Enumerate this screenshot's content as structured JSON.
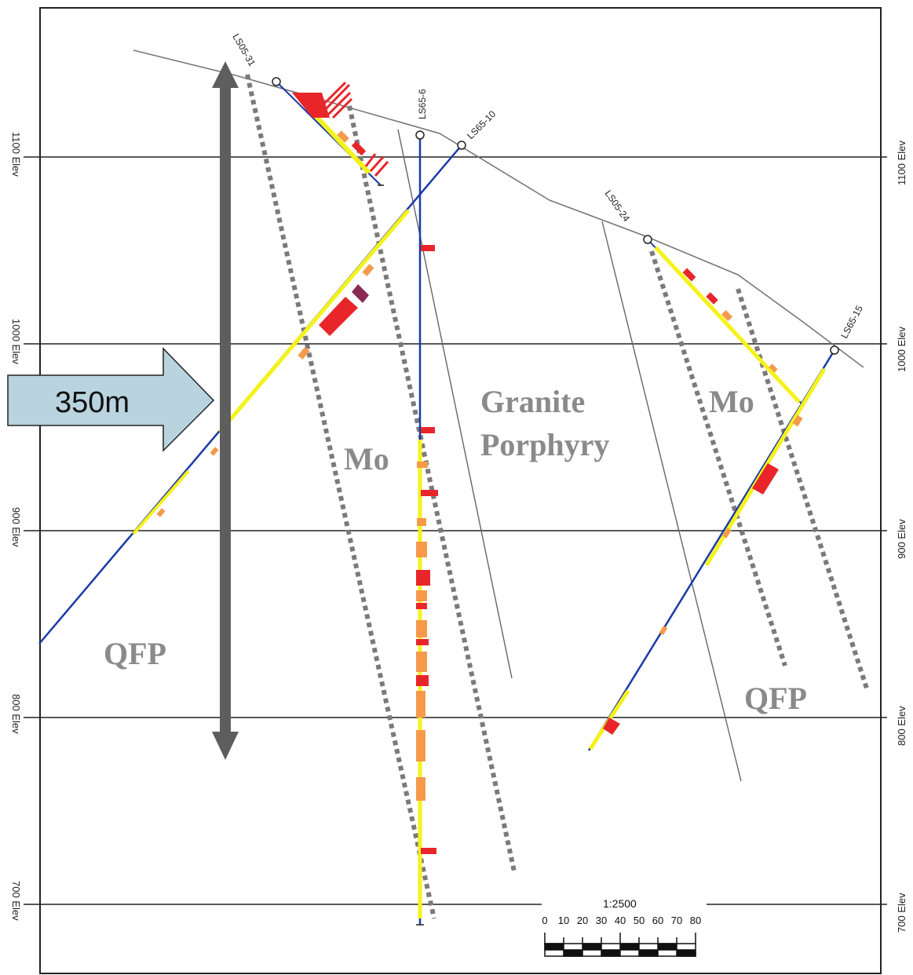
{
  "elevation_labels": {
    "left": [
      "1100 Elev",
      "1000 Elev",
      "900 Elev",
      "800 Elev",
      "700 Elev"
    ],
    "right": [
      "1100 Elev",
      "1000 Elev",
      "900 Elev",
      "800 Elev",
      "700 Elev"
    ]
  },
  "drillholes": {
    "ls05_31": "LS05-31",
    "ls65_6": "LS65-6",
    "ls65_10": "LS65-10",
    "ls05_24": "LS05-24",
    "ls65_15": "LS65-15"
  },
  "units": {
    "granite_line1": "Granite",
    "granite_line2": "Porphyry",
    "mo_left": "Mo",
    "mo_right": "Mo",
    "qfp_left": "QFP",
    "qfp_right": "QFP"
  },
  "callout": {
    "text": "350m"
  },
  "scale_bar": {
    "ratio": "1:2500",
    "ticks": [
      "0",
      "10",
      "20",
      "30",
      "40",
      "50",
      "60",
      "70",
      "80"
    ]
  },
  "colors": {
    "drill_trace": "#1a3aa8",
    "grade_yellow": "#f5f21a",
    "grade_orange": "#f59a4a",
    "grade_red": "#e8262a",
    "grade_purple": "#8a2a55",
    "contact_dotted": "#808080",
    "callout_fill": "#b9d3df",
    "arrow_gray": "#5e5e5e"
  }
}
